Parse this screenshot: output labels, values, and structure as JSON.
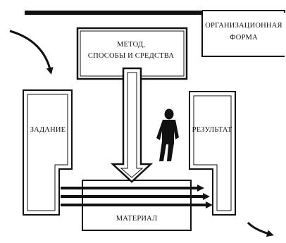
{
  "diagram": {
    "nodes": {
      "method": {
        "line1": "МЕТОД,",
        "line2": "СПОСОБЫ  И  СРЕДСТВА"
      },
      "org_form": {
        "line1": "ОРГАНИЗАЦИОННАЯ",
        "line2": "ФОРМА"
      },
      "task": {
        "label": "ЗАДАНИЕ"
      },
      "result": {
        "label": "РЕЗУЛЬТАТ"
      },
      "material": {
        "label": "МАТЕРИАЛ"
      }
    },
    "icons": {
      "worker": "person-silhouette-icon",
      "flow_in": "curved-arrow-in-icon",
      "flow_out": "curved-arrow-out-icon",
      "method_to_material": "down-arrow-icon",
      "process": "parallel-arrows-icon"
    },
    "colors": {
      "ink": "#111111",
      "paper": "#ffffff"
    }
  }
}
